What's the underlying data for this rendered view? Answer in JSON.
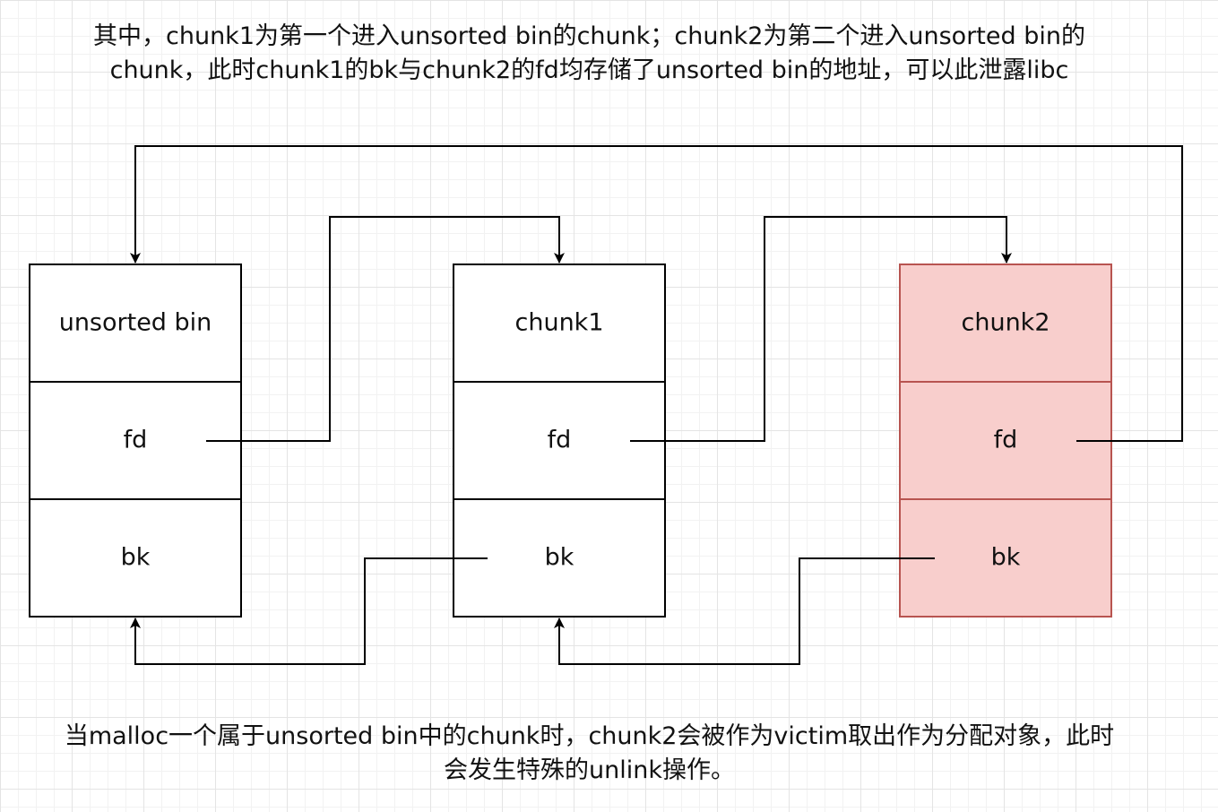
{
  "captions": {
    "top": "其中，chunk1为第一个进入unsorted bin的chunk；chunk2为第二个进入unsorted bin的chunk，此时chunk1的bk与chunk2的fd均存储了unsorted bin的地址，可以此泄露libc",
    "bottom": "当malloc一个属于unsorted bin中的chunk时，chunk2会被作为victim取出作为分配对象，此时会发生特殊的unlink操作。"
  },
  "nodes": {
    "unsorted_bin": {
      "title": "unsorted bin",
      "fd": "fd",
      "bk": "bk"
    },
    "chunk1": {
      "title": "chunk1",
      "fd": "fd",
      "bk": "bk"
    },
    "chunk2": {
      "title": "chunk2",
      "fd": "fd",
      "bk": "bk"
    }
  },
  "colors": {
    "line": "#000000",
    "highlight_fill": "#f8cecc",
    "highlight_stroke": "#b85450"
  }
}
